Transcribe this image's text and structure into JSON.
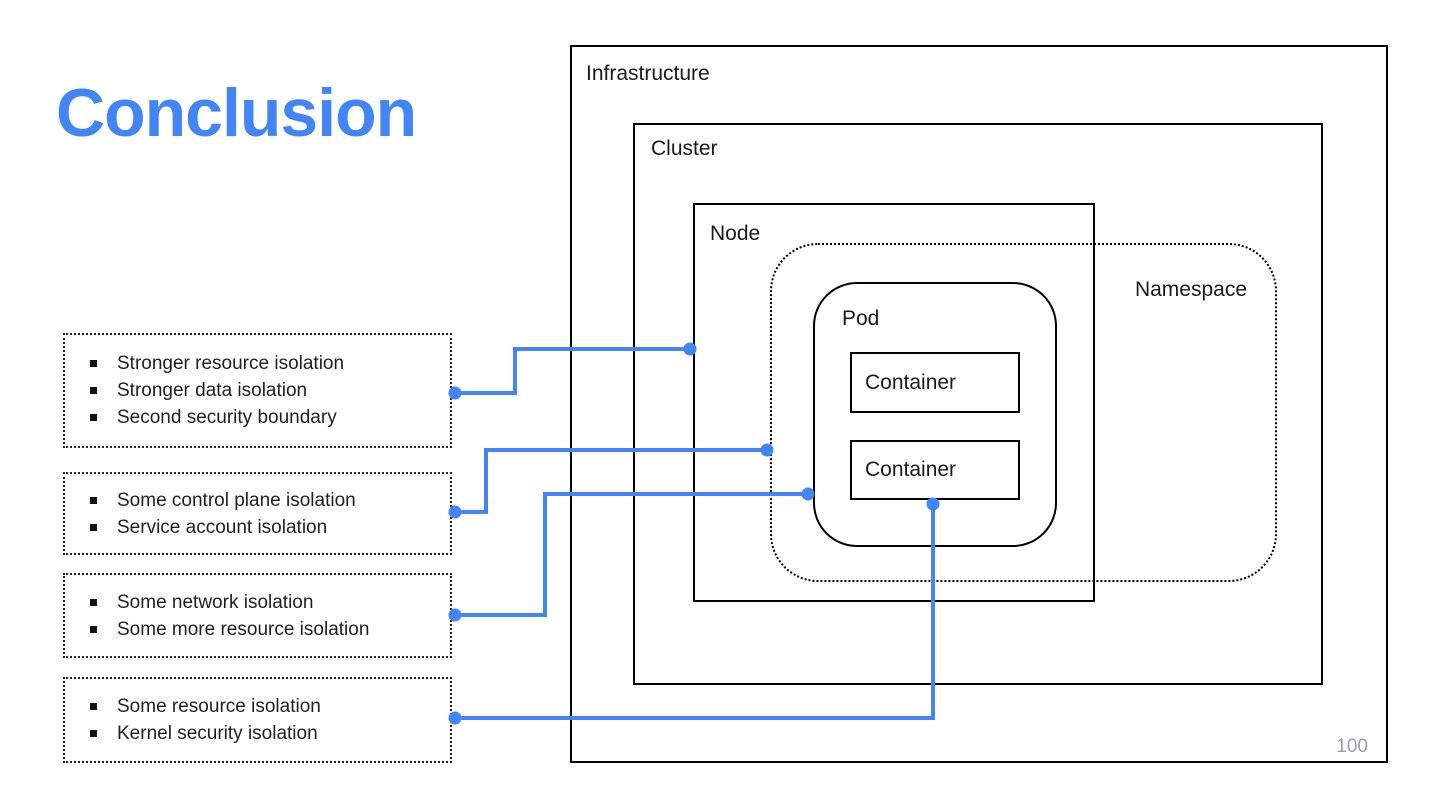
{
  "slide": {
    "title": "Conclusion",
    "page_number": "100"
  },
  "colors": {
    "accent_blue": "#4285F4",
    "page_number_gray": "#9AA0A6",
    "diagram_border": "#000000"
  },
  "callouts": [
    {
      "target": "Node",
      "items": [
        "Stronger resource isolation",
        "Stronger data isolation",
        "Second security boundary"
      ]
    },
    {
      "target": "Namespace",
      "items": [
        "Some control plane isolation",
        "Service account isolation"
      ]
    },
    {
      "target": "Pod",
      "items": [
        "Some network isolation",
        "Some more resource isolation"
      ]
    },
    {
      "target": "Container",
      "items": [
        "Some resource isolation",
        "Kernel security isolation"
      ]
    }
  ],
  "diagram": {
    "infrastructure_label": "Infrastructure",
    "cluster_label": "Cluster",
    "node_label": "Node",
    "namespace_label": "Namespace",
    "pod_label": "Pod",
    "container1_label": "Container",
    "container2_label": "Container"
  }
}
